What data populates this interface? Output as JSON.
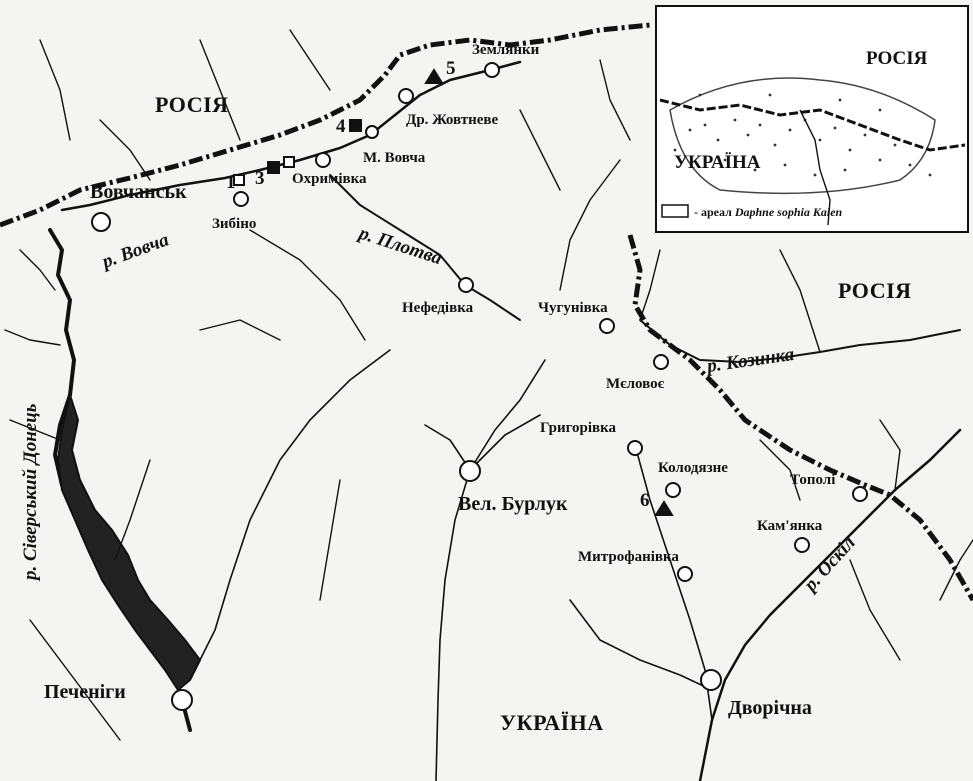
{
  "countries": {
    "russia_left": "РОСІЯ",
    "russia_right": "РОСІЯ",
    "ukraine_bottom": "УКРАЇНА"
  },
  "rivers": {
    "vovcha": "р. Вовча",
    "plotva": "р. Плотва",
    "kozynka": "р. Козинка",
    "oskil": "р. Оскіл",
    "donets": "р. Сіверський Донець"
  },
  "settlements": {
    "vovchansk": "Вовчанськ",
    "zybino": "Зибіно",
    "okhrymivka": "Охримівка",
    "m_vovcha": "М. Вовча",
    "dr_zhovtneve": "Др. Жовтневе",
    "zemlianky": "Землянки",
    "nefedivka": "Нефедівка",
    "chuhunivka": "Чугунівка",
    "melovoe": "Мєловоє",
    "hryhorivka": "Григорівка",
    "kolodiazne": "Колодязне",
    "topoli": "Тополі",
    "kamianka": "Кам'янка",
    "mytrofanivka": "Митрофанівка",
    "vel_burluk": "Вел. Бурлук",
    "dvorichna": "Дворічна",
    "pechenihy": "Печеніги"
  },
  "sites": {
    "s1": "1",
    "s3": "3",
    "s4": "4",
    "s5": "5",
    "s6": "6"
  },
  "inset": {
    "russia": "РОСІЯ",
    "ukraine": "УКРАЇНА",
    "legend_prefix": "- ареал",
    "legend_species": "Daphne sophia Kalen"
  }
}
